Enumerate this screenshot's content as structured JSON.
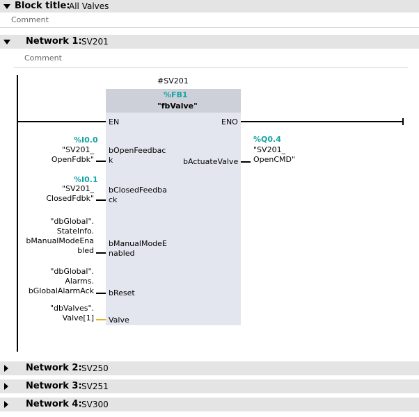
{
  "block": {
    "title_label": "Block title:",
    "title_value": "All Valves",
    "comment_placeholder": "Comment"
  },
  "network1": {
    "label": "Network 1:",
    "name": "SV201",
    "comment_placeholder": "Comment",
    "instance": "#SV201",
    "fb_number": "%FB1",
    "fb_name": "\"fbValve\"",
    "pin_en": "EN",
    "pin_eno": "ENO",
    "inputs": [
      {
        "address": "%I0.0",
        "tag_line1": "\"SV201_",
        "tag_line2": "OpenFdbk\"",
        "pin_line1": "bOpenFeedbac",
        "pin_line2": "k"
      },
      {
        "address": "%I0.1",
        "tag_line1": "\"SV201_",
        "tag_line2": "ClosedFdbk\"",
        "pin_line1": "bClosedFeedba",
        "pin_line2": "ck"
      },
      {
        "tag_line1": "\"dbGlobal\".",
        "tag_line2": "StateInfo.",
        "tag_line3": "bManualModeEna",
        "tag_line4": "bled",
        "pin_line1": "bManualModeE",
        "pin_line2": "nabled"
      },
      {
        "tag_line1": "\"dbGlobal\".",
        "tag_line2": "Alarms.",
        "tag_line3": "bGlobalAlarmAck",
        "pin_line1": "bReset"
      },
      {
        "tag_line1": "\"dbValves\".",
        "tag_line2": "Valve[1]",
        "pin_line1": "Valve"
      }
    ],
    "output": {
      "address": "%Q0.4",
      "tag_line1": "\"SV201_",
      "tag_line2": "OpenCMD\"",
      "pin": "bActuateValve"
    }
  },
  "networks_collapsed": [
    {
      "label": "Network 2:",
      "name": "SV250"
    },
    {
      "label": "Network 3:",
      "name": "SV251"
    },
    {
      "label": "Network 4:",
      "name": "SV300"
    }
  ],
  "colors": {
    "header_bg": "#e4e4e4",
    "fb_body": "#e3e6ee",
    "fb_header": "#cdd0d9",
    "address": "#14a3a3",
    "inout_wire": "#e8b020"
  }
}
